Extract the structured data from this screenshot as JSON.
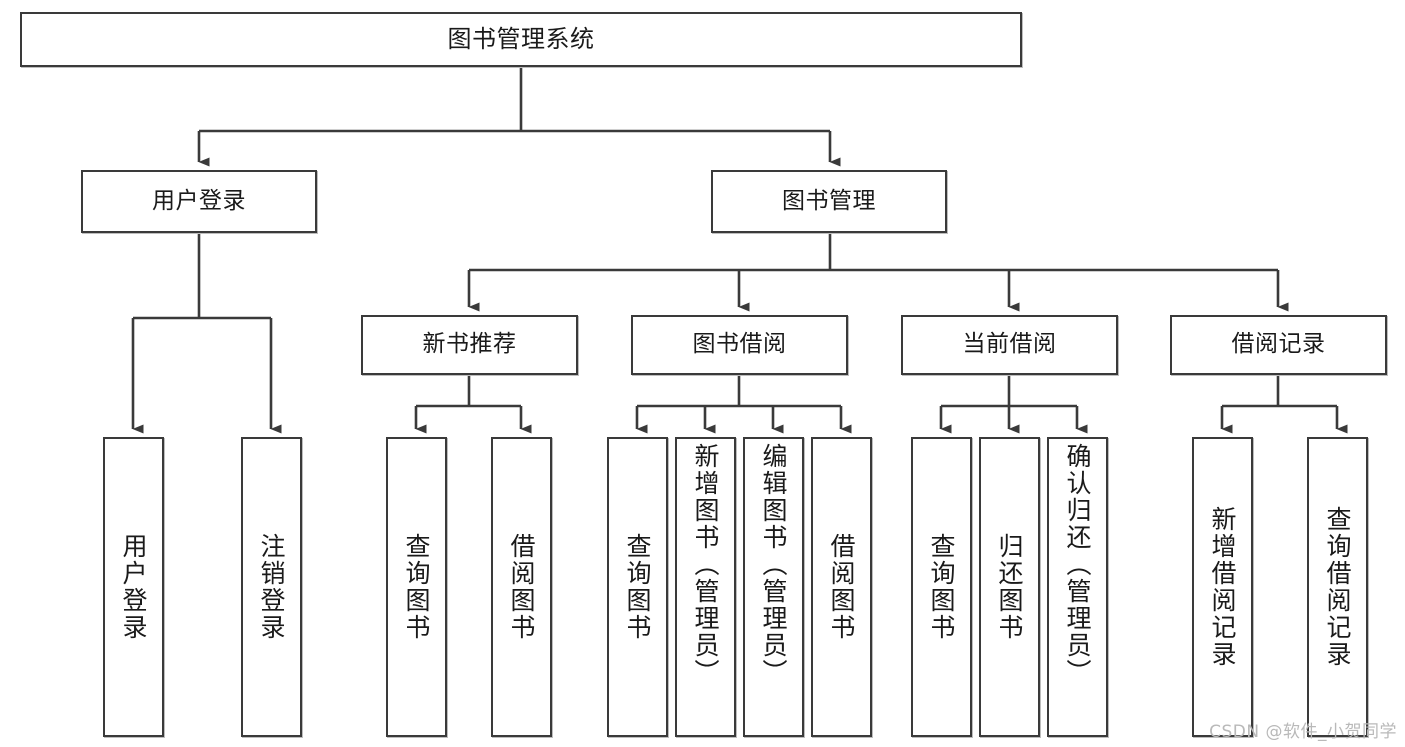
{
  "diagram": {
    "type": "tree-hierarchy-chart",
    "title": "图书管理系统",
    "stroke_color": "#3a3a3a",
    "fill_color": "#ffffff",
    "text_color": "#1a1a1a",
    "levels": [
      {
        "level": 0,
        "nodes": [
          {
            "id": "root",
            "label": "图书管理系统",
            "orientation": "horizontal"
          }
        ]
      },
      {
        "level": 1,
        "nodes": [
          {
            "id": "login",
            "label": "用户登录",
            "orientation": "horizontal",
            "parent": "root"
          },
          {
            "id": "bookmgmt",
            "label": "图书管理",
            "orientation": "horizontal",
            "parent": "root"
          }
        ]
      },
      {
        "level": 2,
        "nodes": [
          {
            "id": "newbook",
            "label": "新书推荐",
            "orientation": "horizontal",
            "parent": "bookmgmt"
          },
          {
            "id": "borrow",
            "label": "图书借阅",
            "orientation": "horizontal",
            "parent": "bookmgmt"
          },
          {
            "id": "current",
            "label": "当前借阅",
            "orientation": "horizontal",
            "parent": "bookmgmt"
          },
          {
            "id": "records",
            "label": "借阅记录",
            "orientation": "horizontal",
            "parent": "bookmgmt"
          }
        ]
      },
      {
        "level": 3,
        "nodes": [
          {
            "id": "leaf1",
            "label": "用户登录",
            "orientation": "vertical",
            "parent": "login"
          },
          {
            "id": "leaf2",
            "label": "注销登录",
            "orientation": "vertical",
            "parent": "login"
          },
          {
            "id": "leaf3",
            "label": "查询图书",
            "orientation": "vertical",
            "parent": "newbook"
          },
          {
            "id": "leaf4",
            "label": "借阅图书",
            "orientation": "vertical",
            "parent": "newbook"
          },
          {
            "id": "leaf5",
            "label": "查询图书",
            "orientation": "vertical",
            "parent": "borrow"
          },
          {
            "id": "leaf6",
            "label": "新增图书（管理员）",
            "orientation": "vertical",
            "parent": "borrow"
          },
          {
            "id": "leaf7",
            "label": "编辑图书（管理员）",
            "orientation": "vertical",
            "parent": "borrow"
          },
          {
            "id": "leaf8",
            "label": "借阅图书",
            "orientation": "vertical",
            "parent": "borrow"
          },
          {
            "id": "leaf9",
            "label": "查询图书",
            "orientation": "vertical",
            "parent": "current"
          },
          {
            "id": "leaf10",
            "label": "归还图书",
            "orientation": "vertical",
            "parent": "current"
          },
          {
            "id": "leaf11",
            "label": "确认归还（管理员）",
            "orientation": "vertical",
            "parent": "current"
          },
          {
            "id": "leaf12",
            "label": "新增借阅记录",
            "orientation": "vertical",
            "parent": "records"
          },
          {
            "id": "leaf13",
            "label": "查询借阅记录",
            "orientation": "vertical",
            "parent": "records"
          }
        ]
      }
    ]
  },
  "nodes": {
    "root": {
      "label": "图书管理系统"
    },
    "login": {
      "label": "用户登录"
    },
    "bookmgmt": {
      "label": "图书管理"
    },
    "newbook": {
      "label": "新书推荐"
    },
    "borrow": {
      "label": "图书借阅"
    },
    "current": {
      "label": "当前借阅"
    },
    "records": {
      "label": "借阅记录"
    },
    "leaf1": {
      "label": "用户登录"
    },
    "leaf2": {
      "label": "注销登录"
    },
    "leaf3": {
      "label": "查询图书"
    },
    "leaf4": {
      "label": "借阅图书"
    },
    "leaf5": {
      "label": "查询图书"
    },
    "leaf6": {
      "label": "新增图书（管理员）"
    },
    "leaf7": {
      "label": "编辑图书（管理员）"
    },
    "leaf8": {
      "label": "借阅图书"
    },
    "leaf9": {
      "label": "查询图书"
    },
    "leaf10": {
      "label": "归还图书"
    },
    "leaf11": {
      "label": "确认归还（管理员）"
    },
    "leaf12": {
      "label": "新增借阅记录"
    },
    "leaf13": {
      "label": "查询借阅记录"
    }
  },
  "watermark": {
    "text": "CSDN @软件_小贺同学",
    "color": "#b9b9b9"
  }
}
